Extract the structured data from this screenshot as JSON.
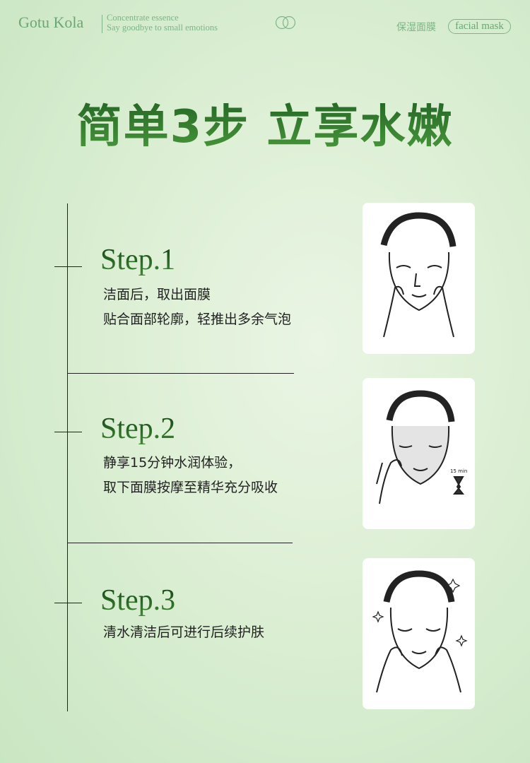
{
  "header": {
    "brand": "Gotu Kola",
    "tagline1": "Concentrate essence",
    "tagline2": "Say goodbye to small emotions",
    "category_cn": "保湿面膜",
    "category_en": "facial mask"
  },
  "title": "简单3步 立享水嫩",
  "steps": [
    {
      "label": "Step.1",
      "lines": [
        "洁面后，取出面膜",
        "贴合面部轮廓，轻推出多余气泡"
      ]
    },
    {
      "label": "Step.2",
      "lines": [
        "静享15分钟水润体验，",
        "取下面膜按摩至精华充分吸收"
      ],
      "timer": "15 min"
    },
    {
      "label": "Step.3",
      "lines": [
        "清水清洁后可进行后续护肤"
      ]
    }
  ],
  "colors": {
    "accent": "#6aa773",
    "title": "#2e7d32"
  }
}
